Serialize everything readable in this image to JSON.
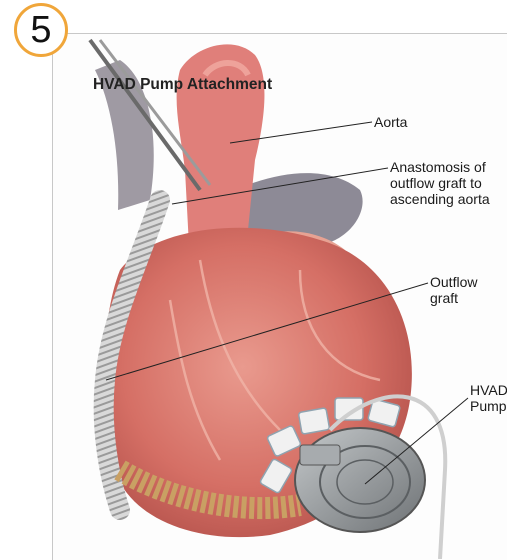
{
  "step_badge": "5",
  "title": "HVAD Pump Attachment",
  "labels": {
    "aorta": "Aorta",
    "anastomosis": "Anastomosis of\noutflow graft to\nascending aorta",
    "outflow_graft": "Outflow\ngraft",
    "hvad_pump": "HVAD\nPump"
  },
  "colors": {
    "badge_ring": "#f0a63a",
    "heart": "#d9766b",
    "aorta": "#e07f7a",
    "pump": "#8f9396"
  }
}
